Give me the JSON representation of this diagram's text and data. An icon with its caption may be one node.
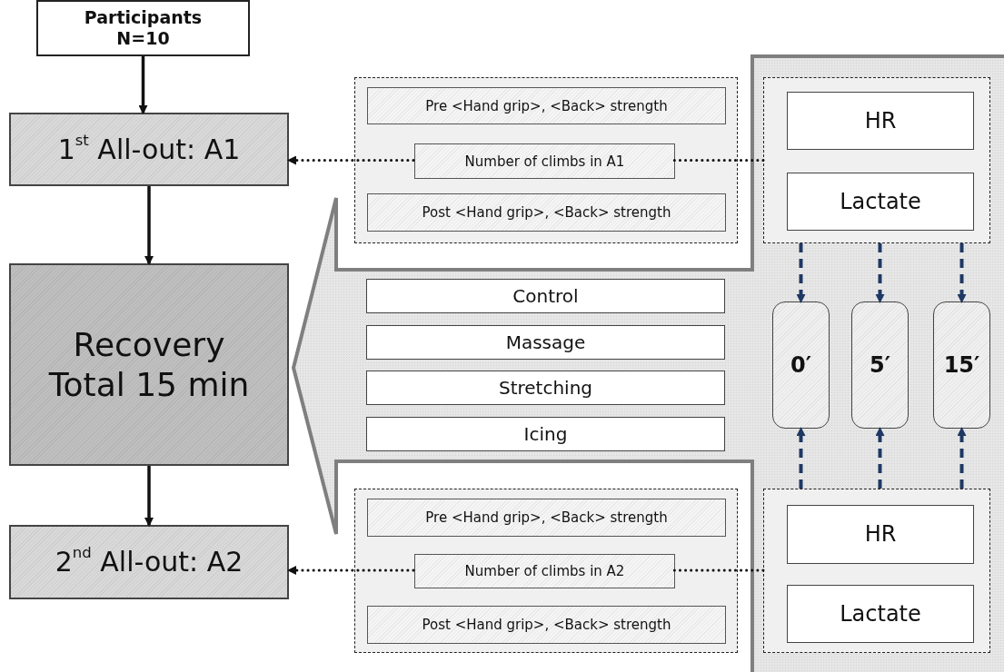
{
  "diagram": {
    "nodes": [
      {
        "text": [
          "Participants N=10"
        ]
      },
      {
        "text": [
          "1$^{st}$ All-out: A1"
        ]
      },
      {
        "text": [
          "Recovery Total 15 min"
        ]
      },
      {
        "text": [
          "2$^{nd}$ All-out: A2"
        ]
      },
      {
        "text": [],
        "shape": "box"
      },
      {
        "text": [
          "Pre <Hand grip>, <Back> strength"
        ],
        "in": 4
      },
      {
        "text": [
          "Number of climbs in A1"
        ],
        "in": 4
      },
      {
        "text": [
          "Post <Hand grip>, <Back> strength"
        ],
        "in": 4
      },
      {
        "text": [],
        "shape": "box"
      },
      {
        "text": [
          "HR"
        ],
        "in": 8
      },
      {
        "text": [
          "Lactate"
        ],
        "in": 8
      },
      {
        "text": [
          "Control"
        ]
      },
      {
        "text": [
          "Massage"
        ]
      },
      {
        "text": [
          "Stretching"
        ]
      },
      {
        "text": [
          "Icing"
        ]
      },
      {
        "text": [
          "0′"
        ]
      },
      {
        "text": [
          "5′"
        ]
      },
      {
        "text": [
          "15′"
        ]
      },
      {
        "text": [],
        "shape": "box"
      },
      {
        "text": [
          "Pre <Hand grip>, <Back> strength"
        ],
        "in": 18
      },
      {
        "text": [
          "Number of climbs in A2"
        ],
        "in": 18
      },
      {
        "text": [
          "Post <Hand grip>, <Back> strength"
        ],
        "in": 18
      },
      {
        "text": [],
        "shape": "box"
      },
      {
        "text": [
          "HR"
        ],
        "in": 22
      },
      {
        "text": [
          "Lactate"
        ],
        "in": 22
      }
    ],
    "edges": [
      {
        "from": 0,
        "to": 1,
        "arrow": "to"
      },
      {
        "from": 1,
        "to": 2,
        "arrow": "to"
      },
      {
        "from": 2,
        "to": 3,
        "arrow": "to"
      },
      {
        "from": 8,
        "to": 6,
        "arrow": "none",
        "style": "dashed"
      },
      {
        "from": 6,
        "to": 1,
        "arrow": "to",
        "style": "dashed"
      },
      {
        "from": 22,
        "to": 20,
        "arrow": "none",
        "style": "dashed"
      },
      {
        "from": 20,
        "to": 3,
        "arrow": "to",
        "style": "dashed"
      },
      {
        "from": 8,
        "to": 15,
        "arrow": "to",
        "style": "dashed",
        "color": "#1f3864"
      },
      {
        "from": 8,
        "to": 16,
        "arrow": "to",
        "style": "dashed",
        "color": "#1f3864"
      },
      {
        "from": 8,
        "to": 17,
        "arrow": "to",
        "style": "dashed",
        "color": "#1f3864"
      },
      {
        "from": 22,
        "to": 15,
        "arrow": "to",
        "style": "dashed",
        "color": "#1f3864"
      },
      {
        "from": 22,
        "to": 16,
        "arrow": "to",
        "style": "dashed",
        "color": "#1f3864"
      },
      {
        "from": 22,
        "to": 17,
        "arrow": "to",
        "style": "dashed",
        "color": "#1f3864"
      }
    ]
  }
}
